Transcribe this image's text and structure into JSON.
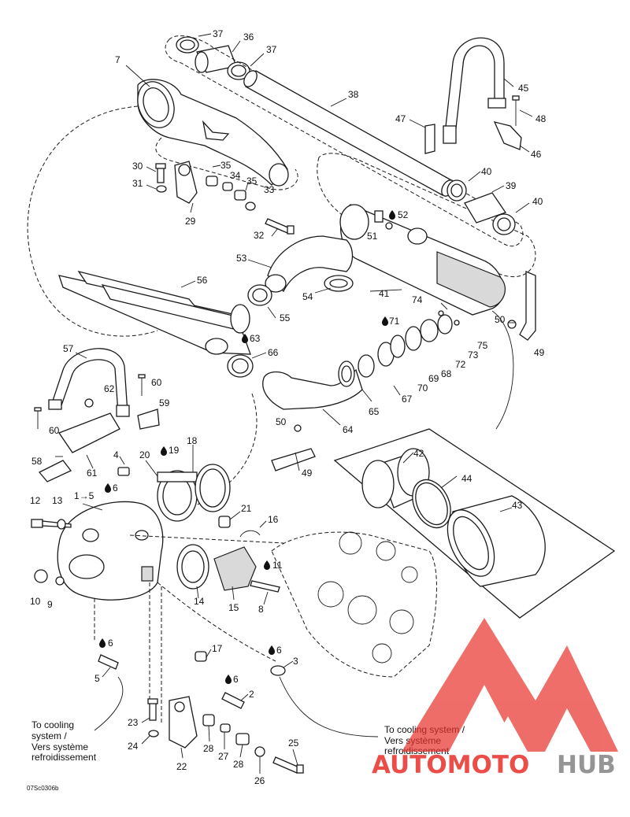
{
  "labels": {
    "l37a": "37",
    "l36": "36",
    "l37b": "37",
    "l7": "7",
    "l38": "38",
    "l45": "45",
    "l48": "48",
    "l47": "47",
    "l46": "46",
    "l30": "30",
    "l35a": "35",
    "l34": "34",
    "l35b": "35",
    "l33": "33",
    "l31": "31",
    "l29": "29",
    "l32": "32",
    "l40a": "40",
    "l39": "39",
    "l40b": "40",
    "l52": "52",
    "l51": "51",
    "l53": "53",
    "l56": "56",
    "l54": "54",
    "l41": "41",
    "l55": "55",
    "l74": "74",
    "l71": "71",
    "l63": "63",
    "l50a": "50",
    "l75": "75",
    "l49a": "49",
    "l57": "57",
    "l66": "66",
    "l73": "73",
    "l72": "72",
    "l68": "68",
    "l69": "69",
    "l70": "70",
    "l67": "67",
    "l65": "65",
    "l62": "62",
    "l60a": "60",
    "l59": "59",
    "l60b": "60",
    "l64": "64",
    "l50b": "50",
    "l42": "42",
    "l58": "58",
    "l61": "61",
    "l49b": "49",
    "l18": "18",
    "l20": "20",
    "l19": "19",
    "l4": "4",
    "l6a": "6",
    "l44": "44",
    "l43": "43",
    "l1to5": "1→5",
    "l12": "12",
    "l13": "13",
    "l21": "21",
    "l16": "16",
    "l11": "11",
    "l10": "10",
    "l9": "9",
    "l14": "14",
    "l15": "15",
    "l8": "8",
    "l6b": "6",
    "l17": "17",
    "l6c": "6",
    "l3": "3",
    "l5": "5",
    "l6d": "6",
    "l2": "2",
    "l23": "23",
    "l24": "24",
    "l22": "22",
    "l28a": "28",
    "l27": "27",
    "l28b": "28",
    "l25": "25",
    "l26": "26"
  },
  "notes": {
    "left_cooling": [
      "To cooling",
      "system /",
      "Vers système",
      "refroidissement"
    ],
    "right_cooling": [
      "To cooling system /",
      "Vers système",
      "refroidissement"
    ]
  },
  "drawing_code": "07Sc0306b",
  "watermark": {
    "text_red": "AUTOMOTO",
    "text_gray": "HUB",
    "red": "#e8302a",
    "gray": "#8a8a8a"
  }
}
